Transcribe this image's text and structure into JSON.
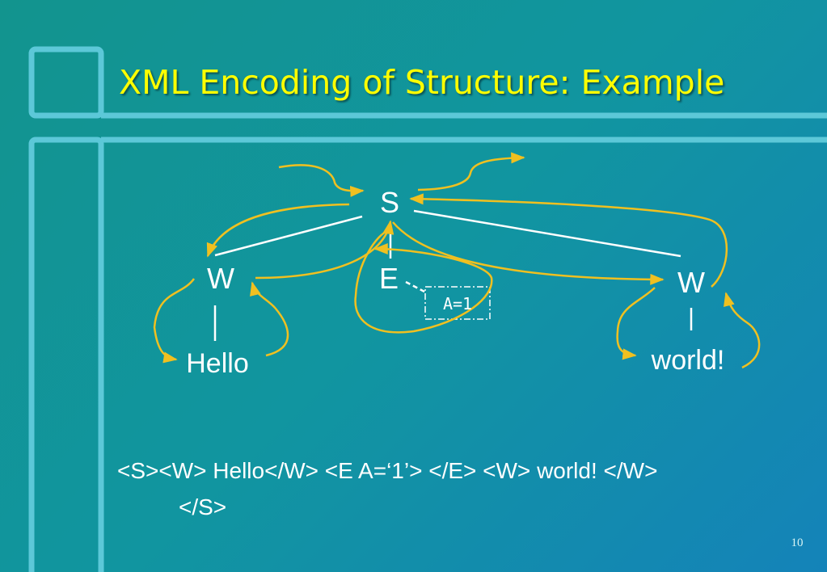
{
  "slide": {
    "title": "XML Encoding of Structure: Example",
    "page_number": "10"
  },
  "tree": {
    "root": "S",
    "left_child": "W",
    "middle_child": "E",
    "right_child": "W",
    "left_leaf": "Hello",
    "right_leaf": "world!",
    "attribute": "A=1"
  },
  "xml": {
    "line1": "<S><W> Hello</W> <E A=‘1’> </E> <W> world! </W>",
    "line2": "</S>"
  },
  "colors": {
    "title": "#ffff00",
    "traversal_arrows": "#f0c020",
    "tree_edges": "#ffffff",
    "frame_lines": "#5cc8d8"
  }
}
